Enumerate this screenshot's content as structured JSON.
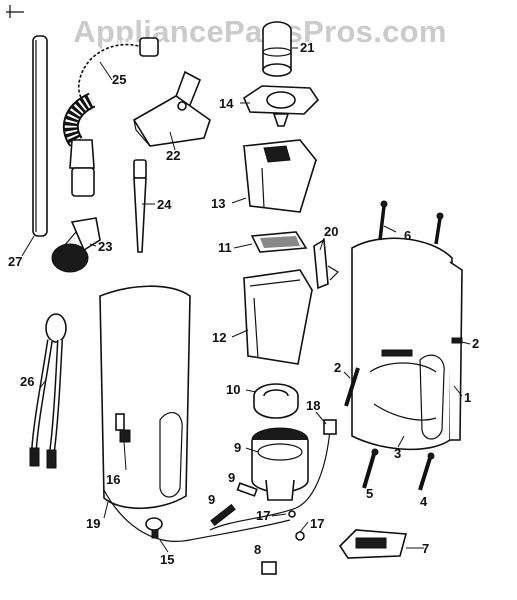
{
  "watermark": "AppliancePartsPros.com",
  "callouts": {
    "c1": "1",
    "c2a": "2",
    "c2b": "2",
    "c3": "3",
    "c4": "4",
    "c5": "5",
    "c6": "6",
    "c7": "7",
    "c8": "8",
    "c9a": "9",
    "c9b": "9",
    "c9c": "9",
    "c10": "10",
    "c11": "11",
    "c12": "12",
    "c13": "13",
    "c14": "14",
    "c15": "15",
    "c16": "16",
    "c17a": "17",
    "c17b": "17",
    "c18": "18",
    "c19": "19",
    "c20": "20",
    "c21": "21",
    "c22": "22",
    "c23": "23",
    "c24": "24",
    "c25": "25",
    "c26": "26",
    "c27": "27"
  }
}
